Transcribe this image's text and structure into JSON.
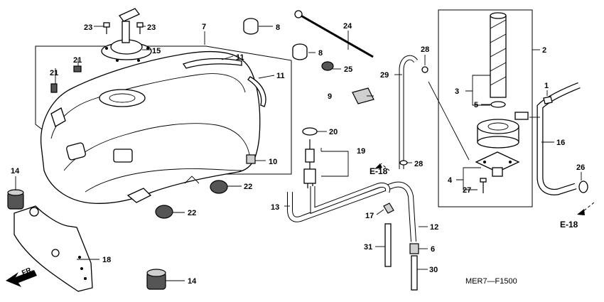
{
  "diagram": {
    "callouts": {
      "c1": "1",
      "c2": "2",
      "c3": "3",
      "c4": "4",
      "c5": "5",
      "c6": "6",
      "c7": "7",
      "c8a": "8",
      "c8b": "8",
      "c9": "9",
      "c10": "10",
      "c11a": "11",
      "c11b": "11",
      "c12": "12",
      "c13": "13",
      "c14a": "14",
      "c14b": "14",
      "c15": "15",
      "c16": "16",
      "c17": "17",
      "c18": "18",
      "c19": "19",
      "c20": "20",
      "c21a": "21",
      "c21b": "21",
      "c22a": "22",
      "c22b": "22",
      "c23a": "23",
      "c23b": "23",
      "c24": "24",
      "c25": "25",
      "c26": "26",
      "c27": "27",
      "c28a": "28",
      "c28b": "28",
      "c29": "29",
      "c30": "30",
      "c31": "31"
    },
    "references": {
      "e18_left": "E-18",
      "e18_right": "E-18"
    },
    "direction_label": "FR.",
    "code": "MER7—F1500"
  }
}
